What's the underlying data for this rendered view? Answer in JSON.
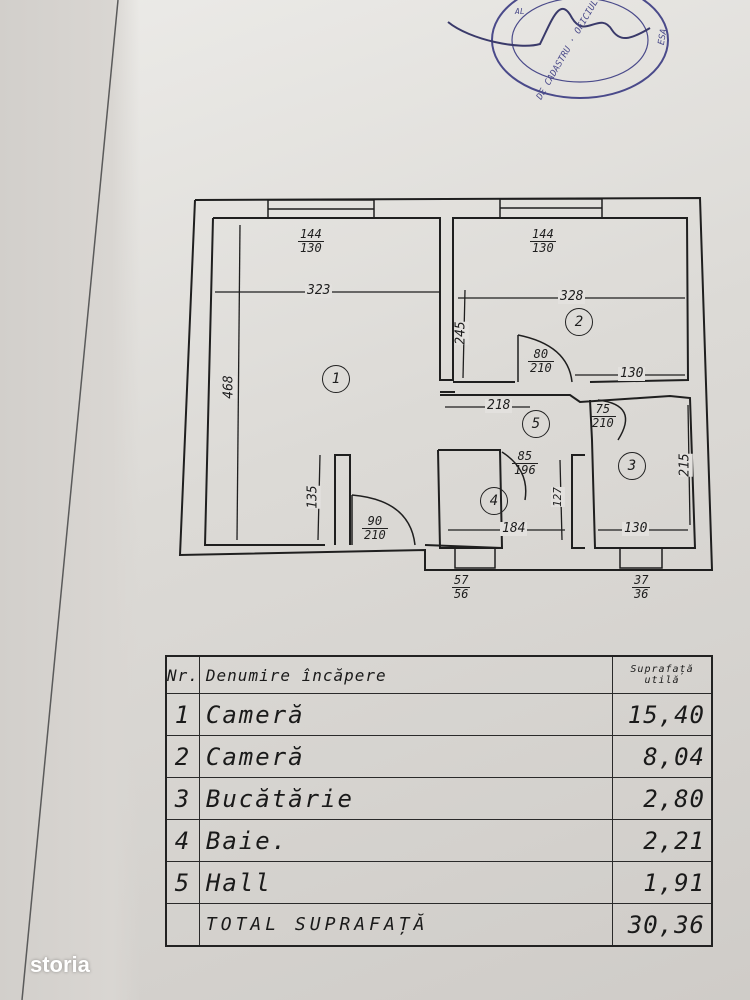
{
  "stamp": {
    "ring_text": "DE CADASTRU · OFICIUL · CARTOGRAFIE",
    "sub_text": "AL",
    "extra_text": "ESA"
  },
  "plan": {
    "rooms": [
      {
        "nr": "1",
        "window": {
          "top": "144",
          "bottom": "130"
        },
        "width": "323",
        "height": "468",
        "side": "135"
      },
      {
        "nr": "2",
        "window": {
          "top": "144",
          "bottom": "130"
        },
        "width": "328",
        "height": "245",
        "side": "130"
      },
      {
        "nr": "3",
        "height": "215",
        "width": "130"
      },
      {
        "nr": "4",
        "width": "184",
        "height": "127"
      },
      {
        "nr": "5",
        "width": "218"
      }
    ],
    "doors": [
      {
        "num": "90",
        "den": "210"
      },
      {
        "num": "80",
        "den": "210"
      },
      {
        "num": "75",
        "den": "210"
      },
      {
        "num": "85",
        "den": "196"
      }
    ],
    "bottom_windows": [
      {
        "num": "57",
        "den": "56"
      },
      {
        "num": "37",
        "den": "36"
      }
    ]
  },
  "table": {
    "header": {
      "nr": "Nr.",
      "name": "Denumire încăpere",
      "area": "Suprafață utilă"
    },
    "rows": [
      {
        "nr": "1",
        "name": "Cameră",
        "area": "15,40"
      },
      {
        "nr": "2",
        "name": "Cameră",
        "area": "8,04"
      },
      {
        "nr": "3",
        "name": "Bucătărie",
        "area": "2,80"
      },
      {
        "nr": "4",
        "name": "Baie.",
        "area": "2,21"
      },
      {
        "nr": "5",
        "name": "Hall",
        "area": "1,91"
      }
    ],
    "total": {
      "label": "TOTAL SUPRAFAȚĂ",
      "area": "30,36"
    }
  },
  "brand": "storia",
  "colors": {
    "ink": "#1e1e1e",
    "stamp": "#4a4a8a",
    "paper": "#e6e4e1"
  }
}
